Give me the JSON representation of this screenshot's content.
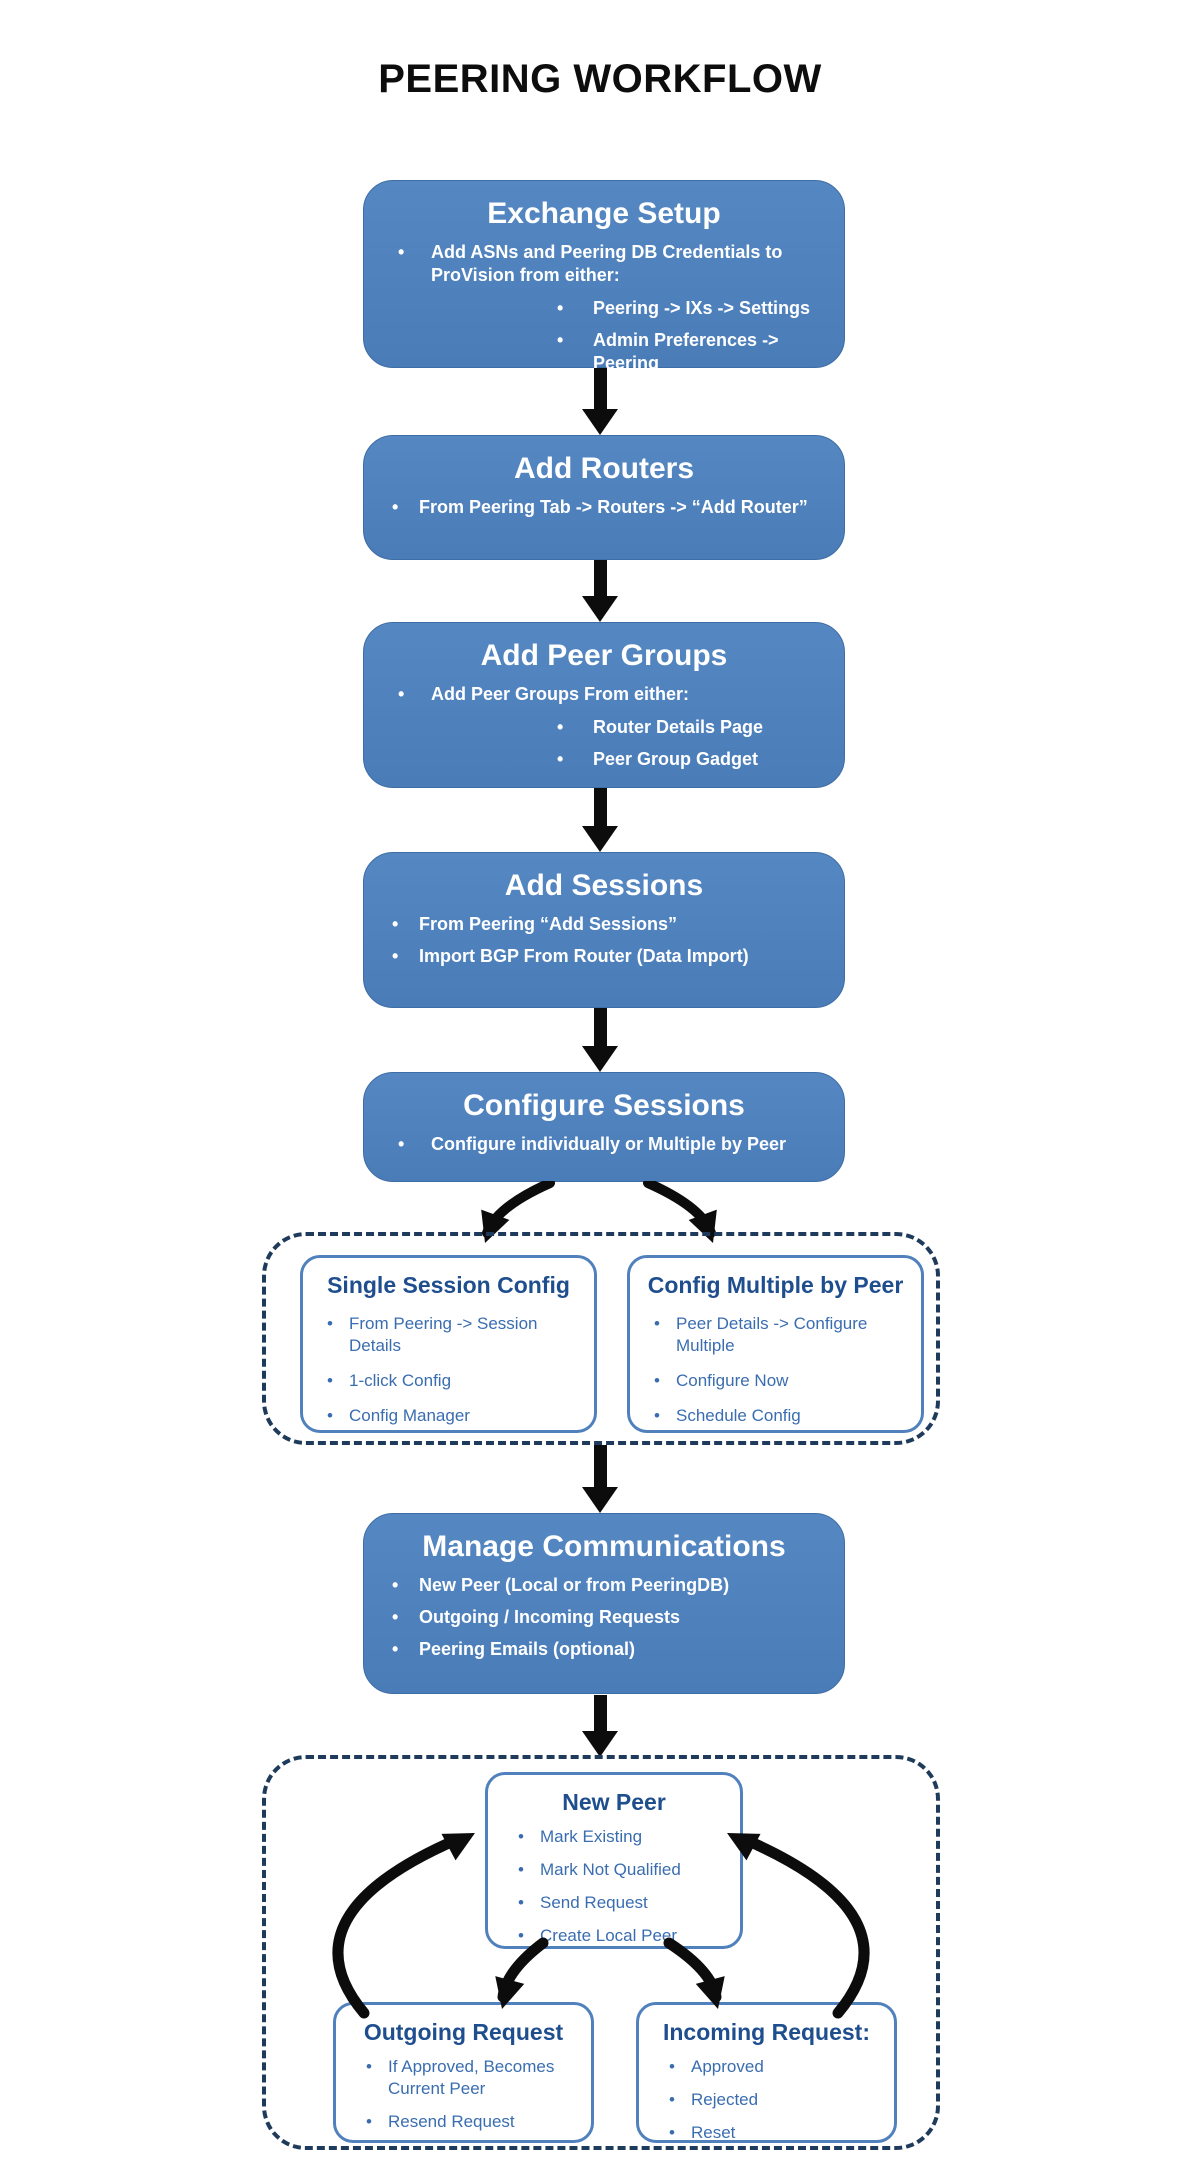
{
  "title": "PEERING WORKFLOW",
  "boxes": {
    "exchange_setup": {
      "heading": "Exchange Setup",
      "bullet": "Add ASNs and Peering DB Credentials to ProVision from either:",
      "sub": [
        "Peering -> IXs -> Settings",
        "Admin Preferences -> Peering"
      ]
    },
    "add_routers": {
      "heading": "Add Routers",
      "bullets": [
        "From Peering Tab -> Routers -> “Add Router”"
      ]
    },
    "add_peer_groups": {
      "heading": "Add Peer Groups",
      "bullet": "Add Peer Groups From either:",
      "sub": [
        "Router Details Page",
        "Peer Group Gadget"
      ]
    },
    "add_sessions": {
      "heading": "Add Sessions",
      "bullets": [
        "From Peering “Add Sessions”",
        "Import BGP From Router (Data Import)"
      ]
    },
    "configure_sessions": {
      "heading": "Configure Sessions",
      "bullets": [
        "Configure individually or Multiple by Peer"
      ]
    },
    "manage_communications": {
      "heading": "Manage Communications",
      "bullets": [
        "New Peer (Local or from PeeringDB)",
        "Outgoing / Incoming Requests",
        "Peering Emails (optional)"
      ]
    }
  },
  "config_group": {
    "single_session_config": {
      "heading": "Single Session Config",
      "bullets": [
        "From Peering -> Session Details",
        "1-click Config",
        "Config Manager"
      ]
    },
    "config_multiple_by_peer": {
      "heading": "Config Multiple by Peer",
      "bullets": [
        "Peer Details -> Configure Multiple",
        "Configure Now",
        "Schedule Config"
      ]
    }
  },
  "communications_group": {
    "new_peer": {
      "heading": "New Peer",
      "bullets": [
        "Mark Existing",
        "Mark Not Qualified",
        "Send Request",
        "Create Local Peer"
      ]
    },
    "outgoing_request": {
      "heading": "Outgoing Request",
      "bullets": [
        "If Approved, Becomes Current Peer",
        "Resend Request"
      ]
    },
    "incoming_request": {
      "heading": "Incoming Request:",
      "bullets": [
        "Approved",
        "Rejected",
        "Reset"
      ]
    }
  },
  "colors": {
    "box_fill": "#4d80bc",
    "box_text": "#ffffff",
    "panel_border": "#5081bd",
    "panel_heading": "#1f4e8f",
    "panel_text": "#3a6db0",
    "dashed_border": "#1f3b5c",
    "arrow": "#0c0c0c",
    "title_text": "#0d0d0d"
  }
}
